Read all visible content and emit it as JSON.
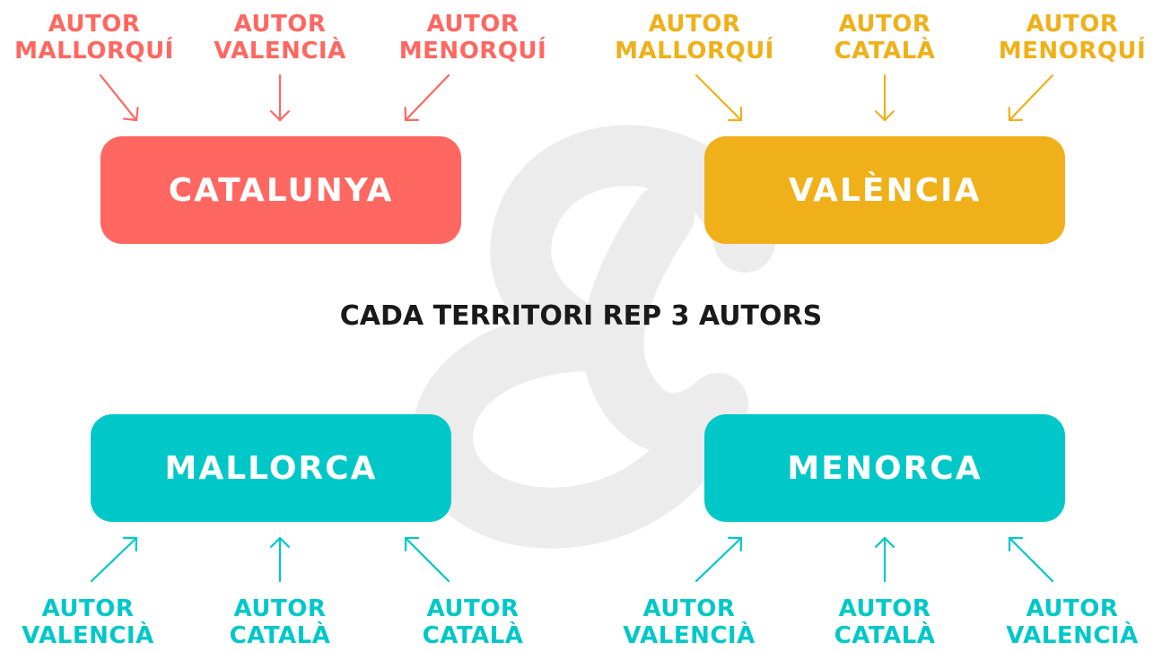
{
  "colors": {
    "catalunya": "#ff6760",
    "valencia": "#f0b019",
    "islands": "#00c8c8",
    "watermark": "#ececec",
    "title": "#1a1a1a"
  },
  "center_title": "CADA TERRITORI REP 3 AUTORS",
  "watermark_icon": "ampersand-icon",
  "top": {
    "catalunya": {
      "label": "CATALUNYA",
      "authors": [
        {
          "line1": "AUTOR",
          "line2": "MALLORQUÍ"
        },
        {
          "line1": "AUTOR",
          "line2": "VALENCIÀ"
        },
        {
          "line1": "AUTOR",
          "line2": "MENORQUÍ"
        }
      ]
    },
    "valencia": {
      "label": "VALÈNCIA",
      "authors": [
        {
          "line1": "AUTOR",
          "line2": "MALLORQUÍ"
        },
        {
          "line1": "AUTOR",
          "line2": "CATALÀ"
        },
        {
          "line1": "AUTOR",
          "line2": "MENORQUÍ"
        }
      ]
    }
  },
  "bottom": {
    "mallorca": {
      "label": "MALLORCA",
      "authors": [
        {
          "line1": "AUTOR",
          "line2": "VALENCIÀ"
        },
        {
          "line1": "AUTOR",
          "line2": "CATALÀ"
        },
        {
          "line1": "AUTOR",
          "line2": "CATALÀ"
        }
      ]
    },
    "menorca": {
      "label": "MENORCA",
      "authors": [
        {
          "line1": "AUTOR",
          "line2": "VALENCIÀ"
        },
        {
          "line1": "AUTOR",
          "line2": "CATALÀ"
        },
        {
          "line1": "AUTOR",
          "line2": "VALENCIÀ"
        }
      ]
    }
  }
}
